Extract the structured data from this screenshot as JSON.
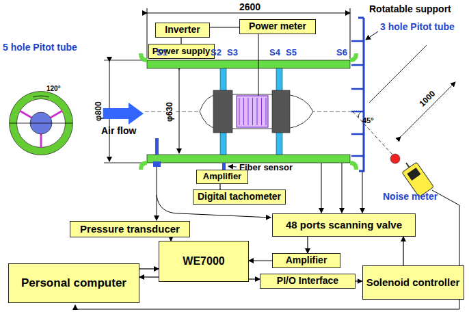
{
  "diagram": {
    "nodes": [
      {
        "text": [
          "Inverter"
        ]
      },
      {
        "text": [
          "Power meter"
        ]
      },
      {
        "text": [
          "Power supply"
        ]
      },
      {
        "text": [
          "Amplifier"
        ]
      },
      {
        "text": [
          "Digital tachometer"
        ]
      },
      {
        "text": [
          "Pressure transducer"
        ]
      },
      {
        "text": [
          "48 ports scanning valve"
        ]
      },
      {
        "text": [
          "WE7000"
        ]
      },
      {
        "text": [
          "Amplifier"
        ]
      },
      {
        "text": [
          "Personal computer"
        ]
      },
      {
        "text": [
          "PI/O Interface"
        ]
      },
      {
        "text": [
          "Solenoid controller"
        ]
      }
    ],
    "edges": [
      {
        "from": 0,
        "to": 1,
        "arrow": "none"
      },
      {
        "from": 0,
        "to": 2,
        "arrow": "none"
      },
      {
        "from": 3,
        "to": 4,
        "arrow": "none"
      },
      {
        "from": 5,
        "to": 7,
        "arrow": "to"
      },
      {
        "from": 6,
        "to": 8,
        "arrow": "to"
      },
      {
        "from": 8,
        "to": 7,
        "arrow": "to"
      },
      {
        "from": 9,
        "to": 7,
        "arrow": "to"
      },
      {
        "from": 7,
        "to": 9,
        "arrow": "to"
      },
      {
        "from": 7,
        "to": 10,
        "arrow": "to"
      },
      {
        "from": 10,
        "to": 11,
        "arrow": "to"
      },
      {
        "from": 11,
        "to": 6,
        "arrow": "to"
      }
    ],
    "labels": [
      "2600",
      "5 hole Pitot tube",
      "S1",
      "S2",
      "S3",
      "S4",
      "S5",
      "S6",
      "Rotatable support",
      "3 hole Pitot tube",
      "120°",
      "φ800",
      "φ630",
      "Air flow",
      "1000",
      "45°",
      "Fiber sensor",
      "Noise meter"
    ]
  }
}
